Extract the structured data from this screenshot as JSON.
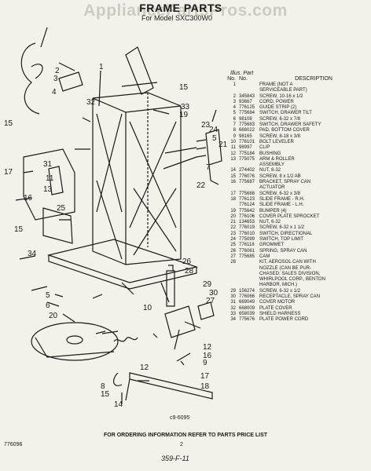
{
  "watermark": "AppliancePartsPros.com",
  "title": "FRAME PARTS",
  "subtitle": "For Model SXC300W0",
  "list": {
    "head_italic": "Illus. Part",
    "col_no": "No.",
    "col_part": "No.",
    "col_desc": "DESCRIPTION",
    "rows": [
      {
        "n": "1",
        "p": "",
        "d": "FRAME (NOT A"
      },
      {
        "n": "",
        "p": "",
        "d": "SERVICEABLE PART)"
      },
      {
        "n": "2",
        "p": "345843",
        "d": "SCREW, 10-16 x 1/2"
      },
      {
        "n": "3",
        "p": "93667",
        "d": "CORD, POWER"
      },
      {
        "n": "4",
        "p": "776125",
        "d": "GUIDE STRIP (2)"
      },
      {
        "n": "5",
        "p": "775684",
        "d": "SWITCH, DRAWER TILT"
      },
      {
        "n": "6",
        "p": "98108",
        "d": "SCREW, 6-32 x 7/8"
      },
      {
        "n": "7",
        "p": "775683",
        "d": "SWITCH, DRAWER SAFETY"
      },
      {
        "n": "8",
        "p": "668022",
        "d": "PAD, BOTTOM COVER"
      },
      {
        "n": "9",
        "p": "98165",
        "d": "SCREW, 8-18 x 3/8"
      },
      {
        "n": "10",
        "p": "776101",
        "d": "BOLT LEVELER"
      },
      {
        "n": "11",
        "p": "98997",
        "d": "CLIP"
      },
      {
        "n": "12",
        "p": "775184",
        "d": "BUSHING"
      },
      {
        "n": "13",
        "p": "775075",
        "d": "ARM & ROLLER"
      },
      {
        "n": "",
        "p": "",
        "d": "ASSEMBLY"
      },
      {
        "n": "14",
        "p": "274402",
        "d": "NUT, 8-32"
      },
      {
        "n": "15",
        "p": "776076",
        "d": "SCREW, 8 x 1/2 AB"
      },
      {
        "n": "16",
        "p": "775687",
        "d": "BRACKET, SPRAY CAN"
      },
      {
        "n": "",
        "p": "",
        "d": "ACTUATOR"
      },
      {
        "n": "17",
        "p": "775688",
        "d": "SCREW, 6-32 x 3/8"
      },
      {
        "n": "18",
        "p": "776123",
        "d": "SLIDE FRAME - R.H."
      },
      {
        "n": "",
        "p": "776124",
        "d": "SLIDE FRAME - L.H."
      },
      {
        "n": "19",
        "p": "775642",
        "d": "BUMPER (4)"
      },
      {
        "n": "20",
        "p": "776106",
        "d": "COVER PLATE SPROCKET"
      },
      {
        "n": "21",
        "p": "134653",
        "d": "NUT, 6-32"
      },
      {
        "n": "22",
        "p": "776019",
        "d": "SCREW, 6-32 x 1 1/2"
      },
      {
        "n": "23",
        "p": "776010",
        "d": "SWITCH, DIRECTIONAL"
      },
      {
        "n": "24",
        "p": "775099",
        "d": "SWITCH, TOP LIMIT"
      },
      {
        "n": "25",
        "p": "776118",
        "d": "GROMMET"
      },
      {
        "n": "26",
        "p": "776061",
        "d": "SPRING, SPRAY CAN"
      },
      {
        "n": "27",
        "p": "775685",
        "d": "CAM"
      },
      {
        "n": "28",
        "p": "",
        "d": "KIT, AEROSOL CAN WITH"
      },
      {
        "n": "",
        "p": "",
        "d": "NOZZLE (CAN BE PUR-"
      },
      {
        "n": "",
        "p": "",
        "d": "CHASED: SALES DIVISION,"
      },
      {
        "n": "",
        "p": "",
        "d": "WHIRLPOOL CORP., BENTON"
      },
      {
        "n": "",
        "p": "",
        "d": "HARBOR, MICH.)"
      },
      {
        "n": "29",
        "p": "156274",
        "d": "SCREW, 6-32 x 1/2"
      },
      {
        "n": "30",
        "p": "776066",
        "d": "RECEPTACLE, SPRAY CAN"
      },
      {
        "n": "31",
        "p": "669049",
        "d": "COVER MOTOR"
      },
      {
        "n": "32",
        "p": "668009",
        "d": "PLATE COVER"
      },
      {
        "n": "33",
        "p": "658039",
        "d": "SHIELD HARNESS"
      },
      {
        "n": "34",
        "p": "775676",
        "d": "PLATE POWER CORD"
      }
    ]
  },
  "callouts": [
    "1",
    "2",
    "3",
    "4",
    "5",
    "6",
    "7",
    "8",
    "9",
    "10",
    "11",
    "12",
    "13",
    "14",
    "15",
    "16",
    "17",
    "18",
    "19",
    "20",
    "21",
    "22",
    "23",
    "24",
    "25",
    "26",
    "27",
    "28",
    "29",
    "30",
    "31",
    "32",
    "33",
    "34"
  ],
  "drawing_code": "c9-6095",
  "footer": "FOR ORDERING INFORMATION REFER TO PARTS PRICE LIST",
  "doc_number": "776096",
  "page_number": "2",
  "handwritten": "359-F-11"
}
